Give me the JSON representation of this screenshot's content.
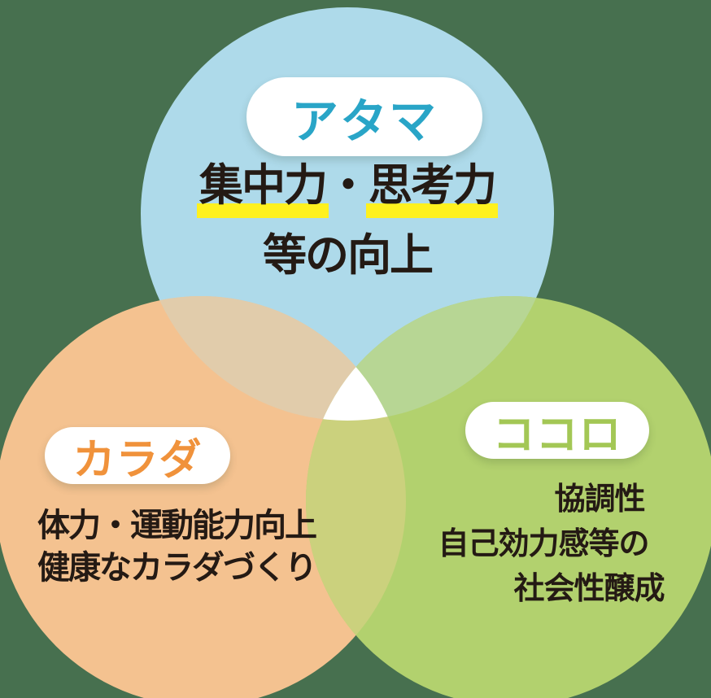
{
  "colors": {
    "background": "#47704F",
    "circle_atama": "#AEDAEA",
    "circle_karada": "#F4C290",
    "circle_kokoro": "#B2D16E",
    "overlap_atama_karada": "#E1CCAB",
    "overlap_atama_kokoro": "#B7D694",
    "overlap_karada_kokoro": "#CBD17D",
    "overlap_center": "#FFFFFF",
    "pill_background": "#FFFFFF",
    "label_atama_text": "#29A5C7",
    "label_karada_text": "#F0923B",
    "label_kokoro_text": "#A3C755",
    "highlight_yellow": "#FFF11E",
    "body_text": "#241A14"
  },
  "diagram": {
    "type": "venn-3-circles",
    "atama": {
      "label": "アタマ",
      "line1_hl1": "集中力",
      "line1_sep": "・",
      "line1_hl2": "思考力",
      "line2": "等の向上"
    },
    "karada": {
      "label": "カラダ",
      "lines": [
        "体力・運動能力向上",
        "健康なカラダづくり"
      ]
    },
    "kokoro": {
      "label": "ココロ",
      "lines": [
        "協調性",
        "自己効力感等の",
        "社会性醸成"
      ]
    }
  }
}
